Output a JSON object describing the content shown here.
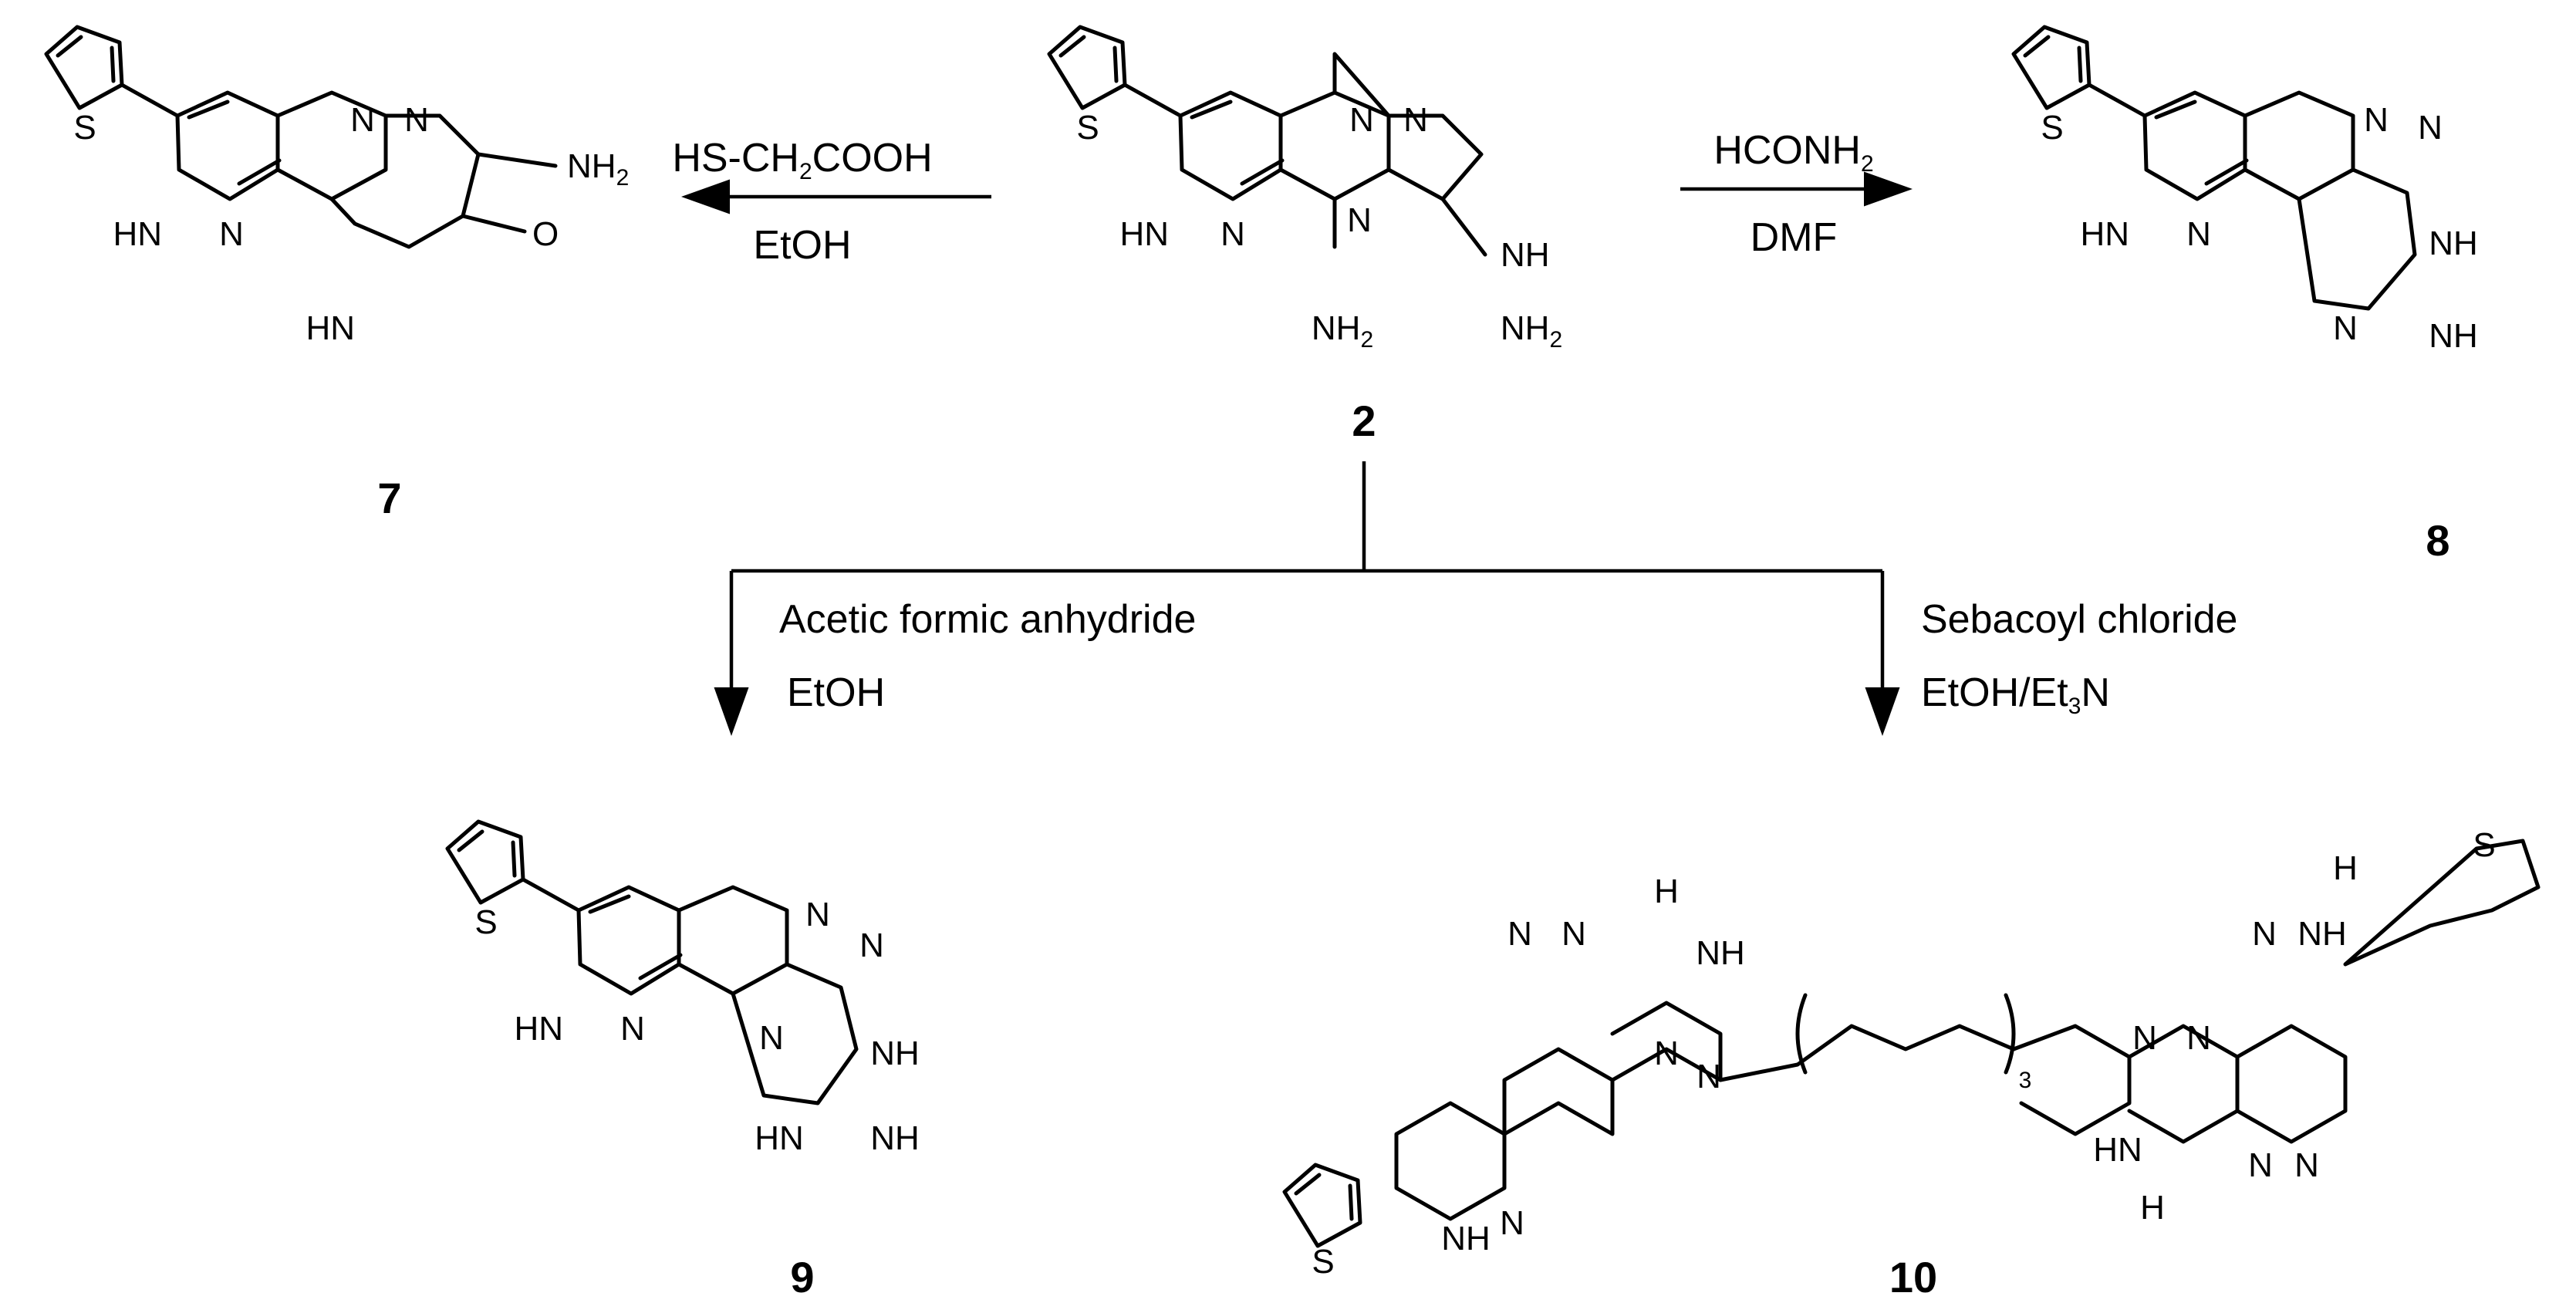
{
  "scheme": {
    "center_compound": {
      "label": "2"
    },
    "top_left": {
      "reagent": "HS-CH2COOH",
      "solvent": "EtOH",
      "product": "7"
    },
    "top_right": {
      "reagent": "HCONH2",
      "solvent": "DMF",
      "product": "8"
    },
    "bottom_left": {
      "reagent": "Acetic formic anhydride",
      "solvent": "EtOH",
      "product": "9"
    },
    "bottom_right": {
      "reagent": "Sebacoyl chloride",
      "solvent": "EtOH/Et3N",
      "product": "10"
    }
  },
  "atom_symbols": {
    "sulfur": "S",
    "nitrogen": "N",
    "oxygen": "O",
    "nh": "HN",
    "hn_right": "NH",
    "hydrogen": "H",
    "nh2": "NH",
    "sub2": "2",
    "sub3": "3",
    "repeat_count": "3"
  },
  "text_parts": {
    "hs_ch": "HS-CH",
    "cooh": "COOH",
    "hconh": "HCONH",
    "etoh_et": "EtOH/Et",
    "n_tail": "N"
  }
}
